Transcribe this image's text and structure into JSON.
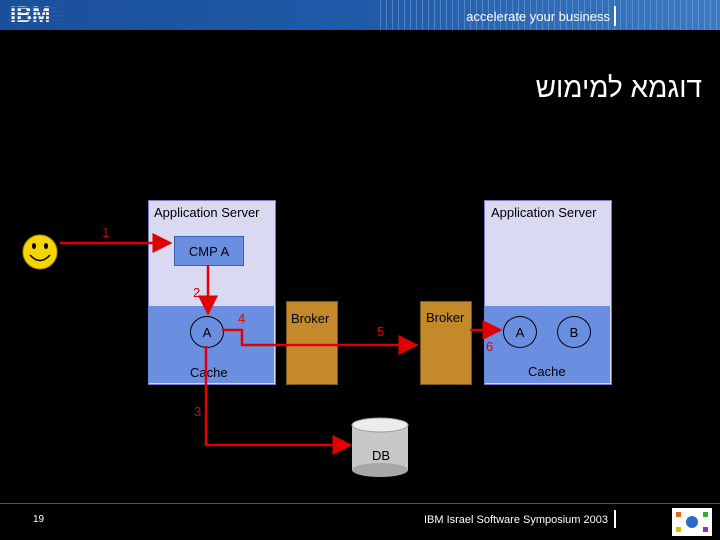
{
  "header": {
    "logo_text": "IBM",
    "tagline": "accelerate your business"
  },
  "slide": {
    "title": "דוגמא למימוש"
  },
  "diagram": {
    "left_server_label": "Application Server",
    "right_server_label": "Application Server",
    "cmp_label": "CMP A",
    "left_cache_label": "Cache",
    "right_cache_label": "Cache",
    "left_cache_node": "A",
    "right_cache_node_a": "A",
    "right_cache_node_b": "B",
    "left_broker_label": "Broker",
    "right_broker_label": "Broker",
    "db_label": "DB",
    "step_labels": [
      "1",
      "2",
      "3",
      "4",
      "5",
      "6"
    ]
  },
  "footer": {
    "page_number": "19",
    "event": "IBM Israel Software Symposium 2003"
  },
  "colors": {
    "header_blue": "#1f5aa8",
    "arrow_red": "#e00000",
    "server_fill": "#d9d9f1",
    "cache_fill": "#6b8fe0",
    "broker_fill": "#c48a2a"
  }
}
